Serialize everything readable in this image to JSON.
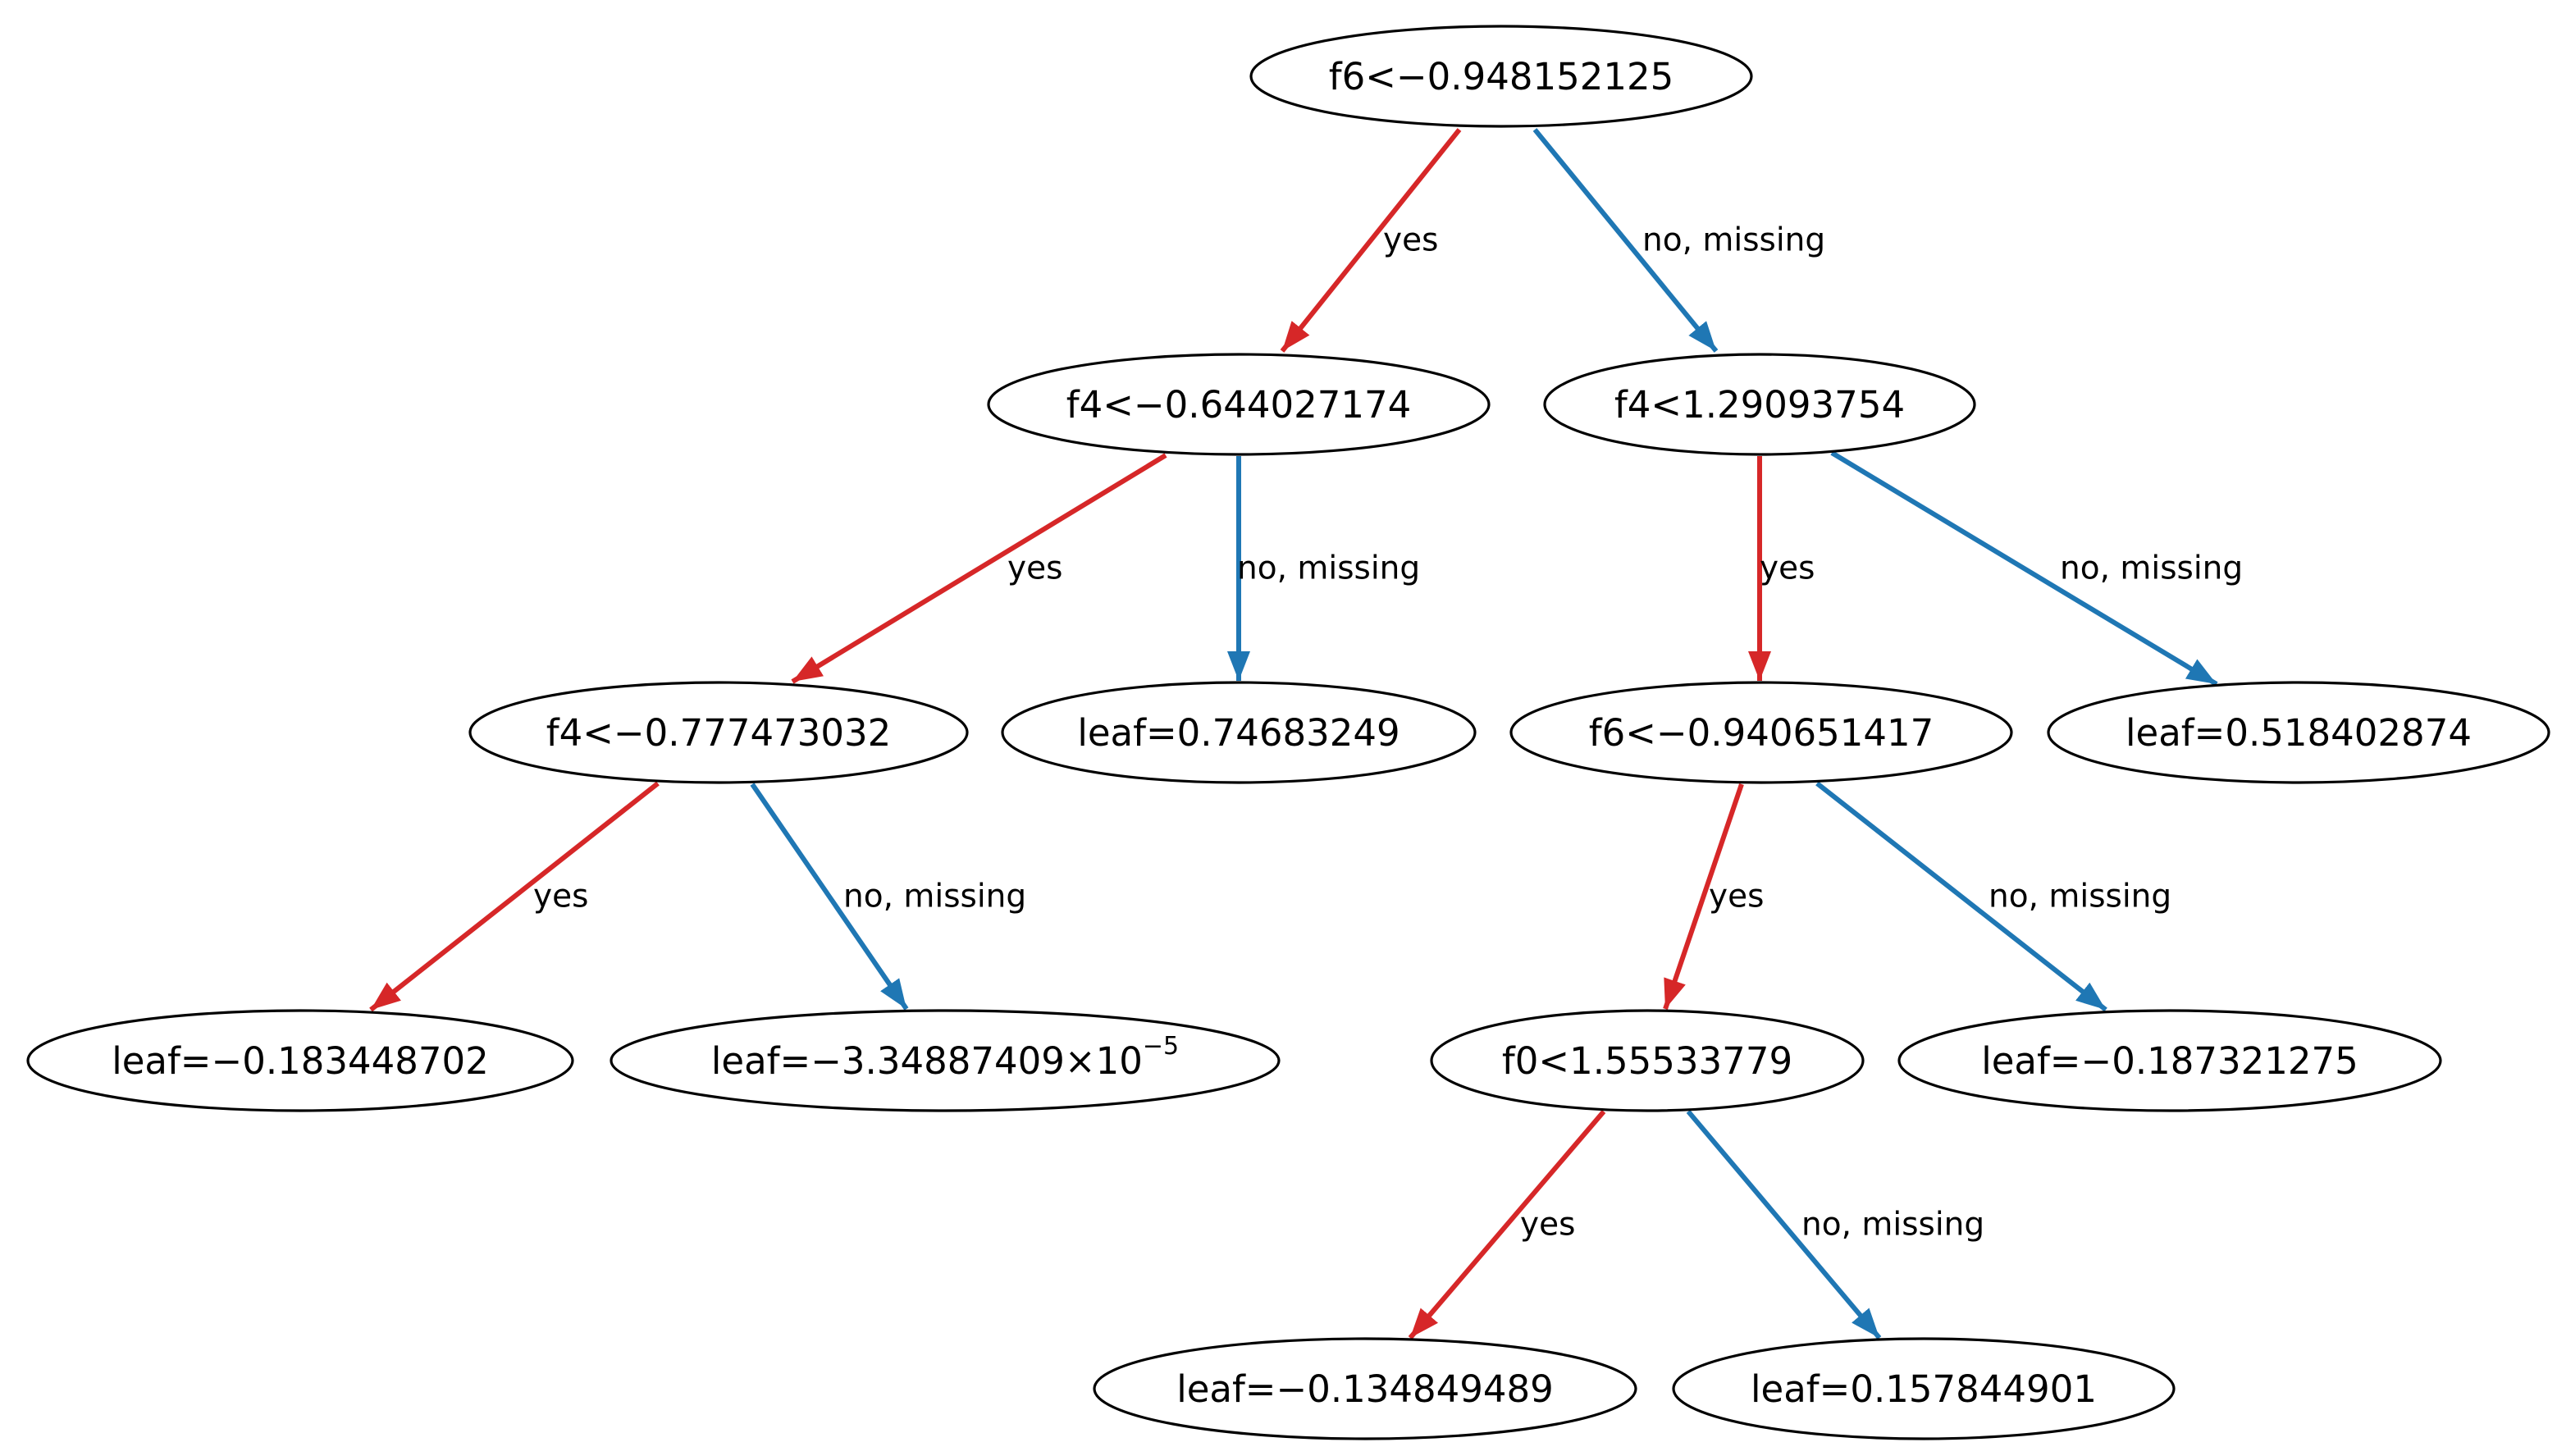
{
  "diagram": {
    "colors": {
      "yes_edge": "#d62728",
      "no_edge": "#1f77b4",
      "node_border": "#000000",
      "background": "#ffffff"
    },
    "nodes": [
      {
        "id": "n0",
        "label": "f6<−0.948152125"
      },
      {
        "id": "n1",
        "label": "f4<−0.644027174"
      },
      {
        "id": "n2",
        "label": "f4<1.29093754"
      },
      {
        "id": "n3",
        "label": "f4<−0.777473032"
      },
      {
        "id": "n4",
        "label": "leaf=0.74683249"
      },
      {
        "id": "n5",
        "label": "f6<−0.940651417"
      },
      {
        "id": "n6",
        "label": "leaf=0.518402874"
      },
      {
        "id": "n7",
        "label": "leaf=−0.183448702"
      },
      {
        "id": "n8",
        "label": "leaf=−3.34887409×10",
        "superscript": "−5"
      },
      {
        "id": "n9",
        "label": "f0<1.55533779"
      },
      {
        "id": "n10",
        "label": "leaf=−0.187321275"
      },
      {
        "id": "n11",
        "label": "leaf=−0.134849489"
      },
      {
        "id": "n12",
        "label": "leaf=0.157844901"
      }
    ],
    "edges": [
      {
        "id": "e0",
        "from": "n0",
        "to": "n1",
        "label": "yes",
        "kind": "yes"
      },
      {
        "id": "e1",
        "from": "n0",
        "to": "n2",
        "label": "no, missing",
        "kind": "no"
      },
      {
        "id": "e2",
        "from": "n1",
        "to": "n3",
        "label": "yes",
        "kind": "yes"
      },
      {
        "id": "e3",
        "from": "n1",
        "to": "n4",
        "label": "no, missing",
        "kind": "no"
      },
      {
        "id": "e4",
        "from": "n2",
        "to": "n5",
        "label": "yes",
        "kind": "yes"
      },
      {
        "id": "e5",
        "from": "n2",
        "to": "n6",
        "label": "no, missing",
        "kind": "no"
      },
      {
        "id": "e6",
        "from": "n3",
        "to": "n7",
        "label": "yes",
        "kind": "yes"
      },
      {
        "id": "e7",
        "from": "n3",
        "to": "n8",
        "label": "no, missing",
        "kind": "no"
      },
      {
        "id": "e8",
        "from": "n5",
        "to": "n9",
        "label": "yes",
        "kind": "yes"
      },
      {
        "id": "e9",
        "from": "n5",
        "to": "n10",
        "label": "no, missing",
        "kind": "no"
      },
      {
        "id": "e10",
        "from": "n9",
        "to": "n11",
        "label": "yes",
        "kind": "yes"
      },
      {
        "id": "e11",
        "from": "n9",
        "to": "n12",
        "label": "no, missing",
        "kind": "no"
      }
    ]
  }
}
